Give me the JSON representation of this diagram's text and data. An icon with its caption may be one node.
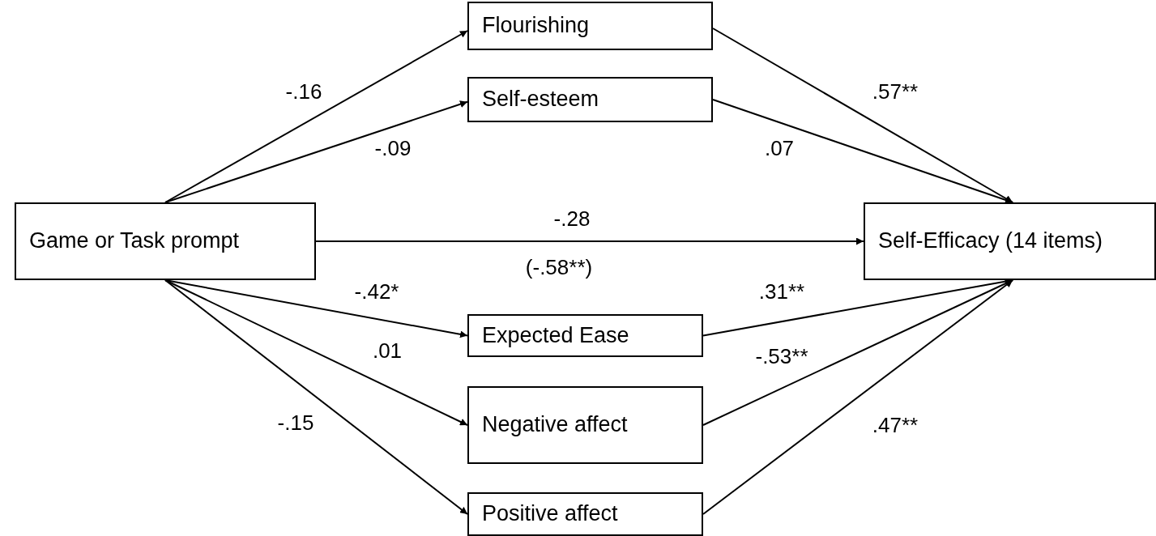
{
  "diagram": {
    "nodes": [
      {
        "text": [
          "Game or Task prompt"
        ]
      },
      {
        "text": [
          "Flourishing"
        ]
      },
      {
        "text": [
          "Self-esteem"
        ]
      },
      {
        "text": [
          "Self-Efficacy (14 items)"
        ]
      },
      {
        "text": [
          "Expected Ease"
        ]
      },
      {
        "text": [
          "Negative affect"
        ]
      },
      {
        "text": [
          "Positive affect"
        ]
      }
    ],
    "edges": [
      {
        "from": 0,
        "to": 1,
        "arrow": "to",
        "label": "-.16"
      },
      {
        "from": 0,
        "to": 2,
        "arrow": "to",
        "label": "-.09"
      },
      {
        "from": 0,
        "to": 3,
        "arrow": "to",
        "label": "-.28"
      },
      {
        "from": 0,
        "to": 4,
        "arrow": "to",
        "label": "-.42*"
      },
      {
        "from": 0,
        "to": 5,
        "arrow": "to",
        "label": ".01"
      },
      {
        "from": 0,
        "to": 6,
        "arrow": "to",
        "label": "-.15"
      },
      {
        "from": 1,
        "to": 3,
        "arrow": "to",
        "label": ".57**"
      },
      {
        "from": 2,
        "to": 3,
        "arrow": "to",
        "label": ".07"
      },
      {
        "from": 4,
        "to": 3,
        "arrow": "to",
        "label": ".31**"
      },
      {
        "from": 5,
        "to": 3,
        "arrow": "to",
        "label": "-.53**"
      },
      {
        "from": 6,
        "to": 3,
        "arrow": "to",
        "label": ".47**"
      }
    ],
    "labels": [
      "(-.58**)"
    ]
  }
}
